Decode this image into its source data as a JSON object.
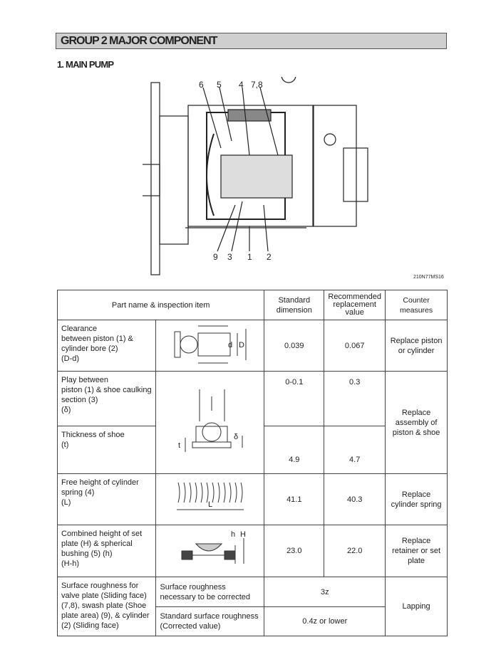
{
  "header": {
    "title": "GROUP  2  MAJOR COMPONENT"
  },
  "section": {
    "title": "1. MAIN PUMP"
  },
  "figure": {
    "callouts_top": [
      "6",
      "5",
      "4",
      "7,8"
    ],
    "callouts_bottom": [
      "9",
      "3",
      "1",
      "2"
    ],
    "code": "210N77MS16"
  },
  "table": {
    "headers": {
      "part": "Part name & inspection item",
      "standard": "Standard dimension",
      "replacement": "Recommended replacement value",
      "counter": "Counter measures"
    },
    "rows": [
      {
        "item": [
          "Clearance",
          "between piston (1) &",
          "cylinder bore (2)",
          "(D-d)"
        ],
        "std": "0.039",
        "rep": "0.067",
        "counter": "Replace piston or cylinder",
        "fig_labels": [
          "d",
          "D"
        ]
      },
      {
        "item": [
          "Play between",
          "piston (1) & shoe caulking",
          "section (3)",
          "(δ)"
        ],
        "std": "0-0.1",
        "rep": "0.3",
        "counter": "Replace assembly of piston & shoe",
        "fig_labels": [
          "t",
          "δ"
        ]
      },
      {
        "item": [
          "Thickness of shoe",
          "(t)"
        ],
        "std": "4.9",
        "rep": "4.7"
      },
      {
        "item": [
          "Free height of cylinder",
          "spring (4)",
          "(L)"
        ],
        "std": "41.1",
        "rep": "40.3",
        "counter": "Replace cylinder spring",
        "fig_labels": [
          "L"
        ]
      },
      {
        "item": [
          "Combined height of set",
          "plate (H) & spherical",
          "bushing (5) (h)",
          "(H-h)"
        ],
        "std": "23.0",
        "rep": "22.0",
        "counter": "Replace retainer or set plate",
        "fig_labels": [
          "h",
          "H"
        ]
      },
      {
        "item": [
          "Surface roughness for",
          "valve plate (Sliding face)",
          "(7,8), swash plate (Shoe",
          "plate area) (9), & cylinder",
          "(2) (Sliding face)"
        ],
        "sub1": "Surface roughness necessary to be corrected",
        "val1": "3z",
        "sub2": "Standard surface roughness (Corrected value)",
        "val2": "0.4z or lower",
        "counter": "Lapping"
      }
    ]
  }
}
